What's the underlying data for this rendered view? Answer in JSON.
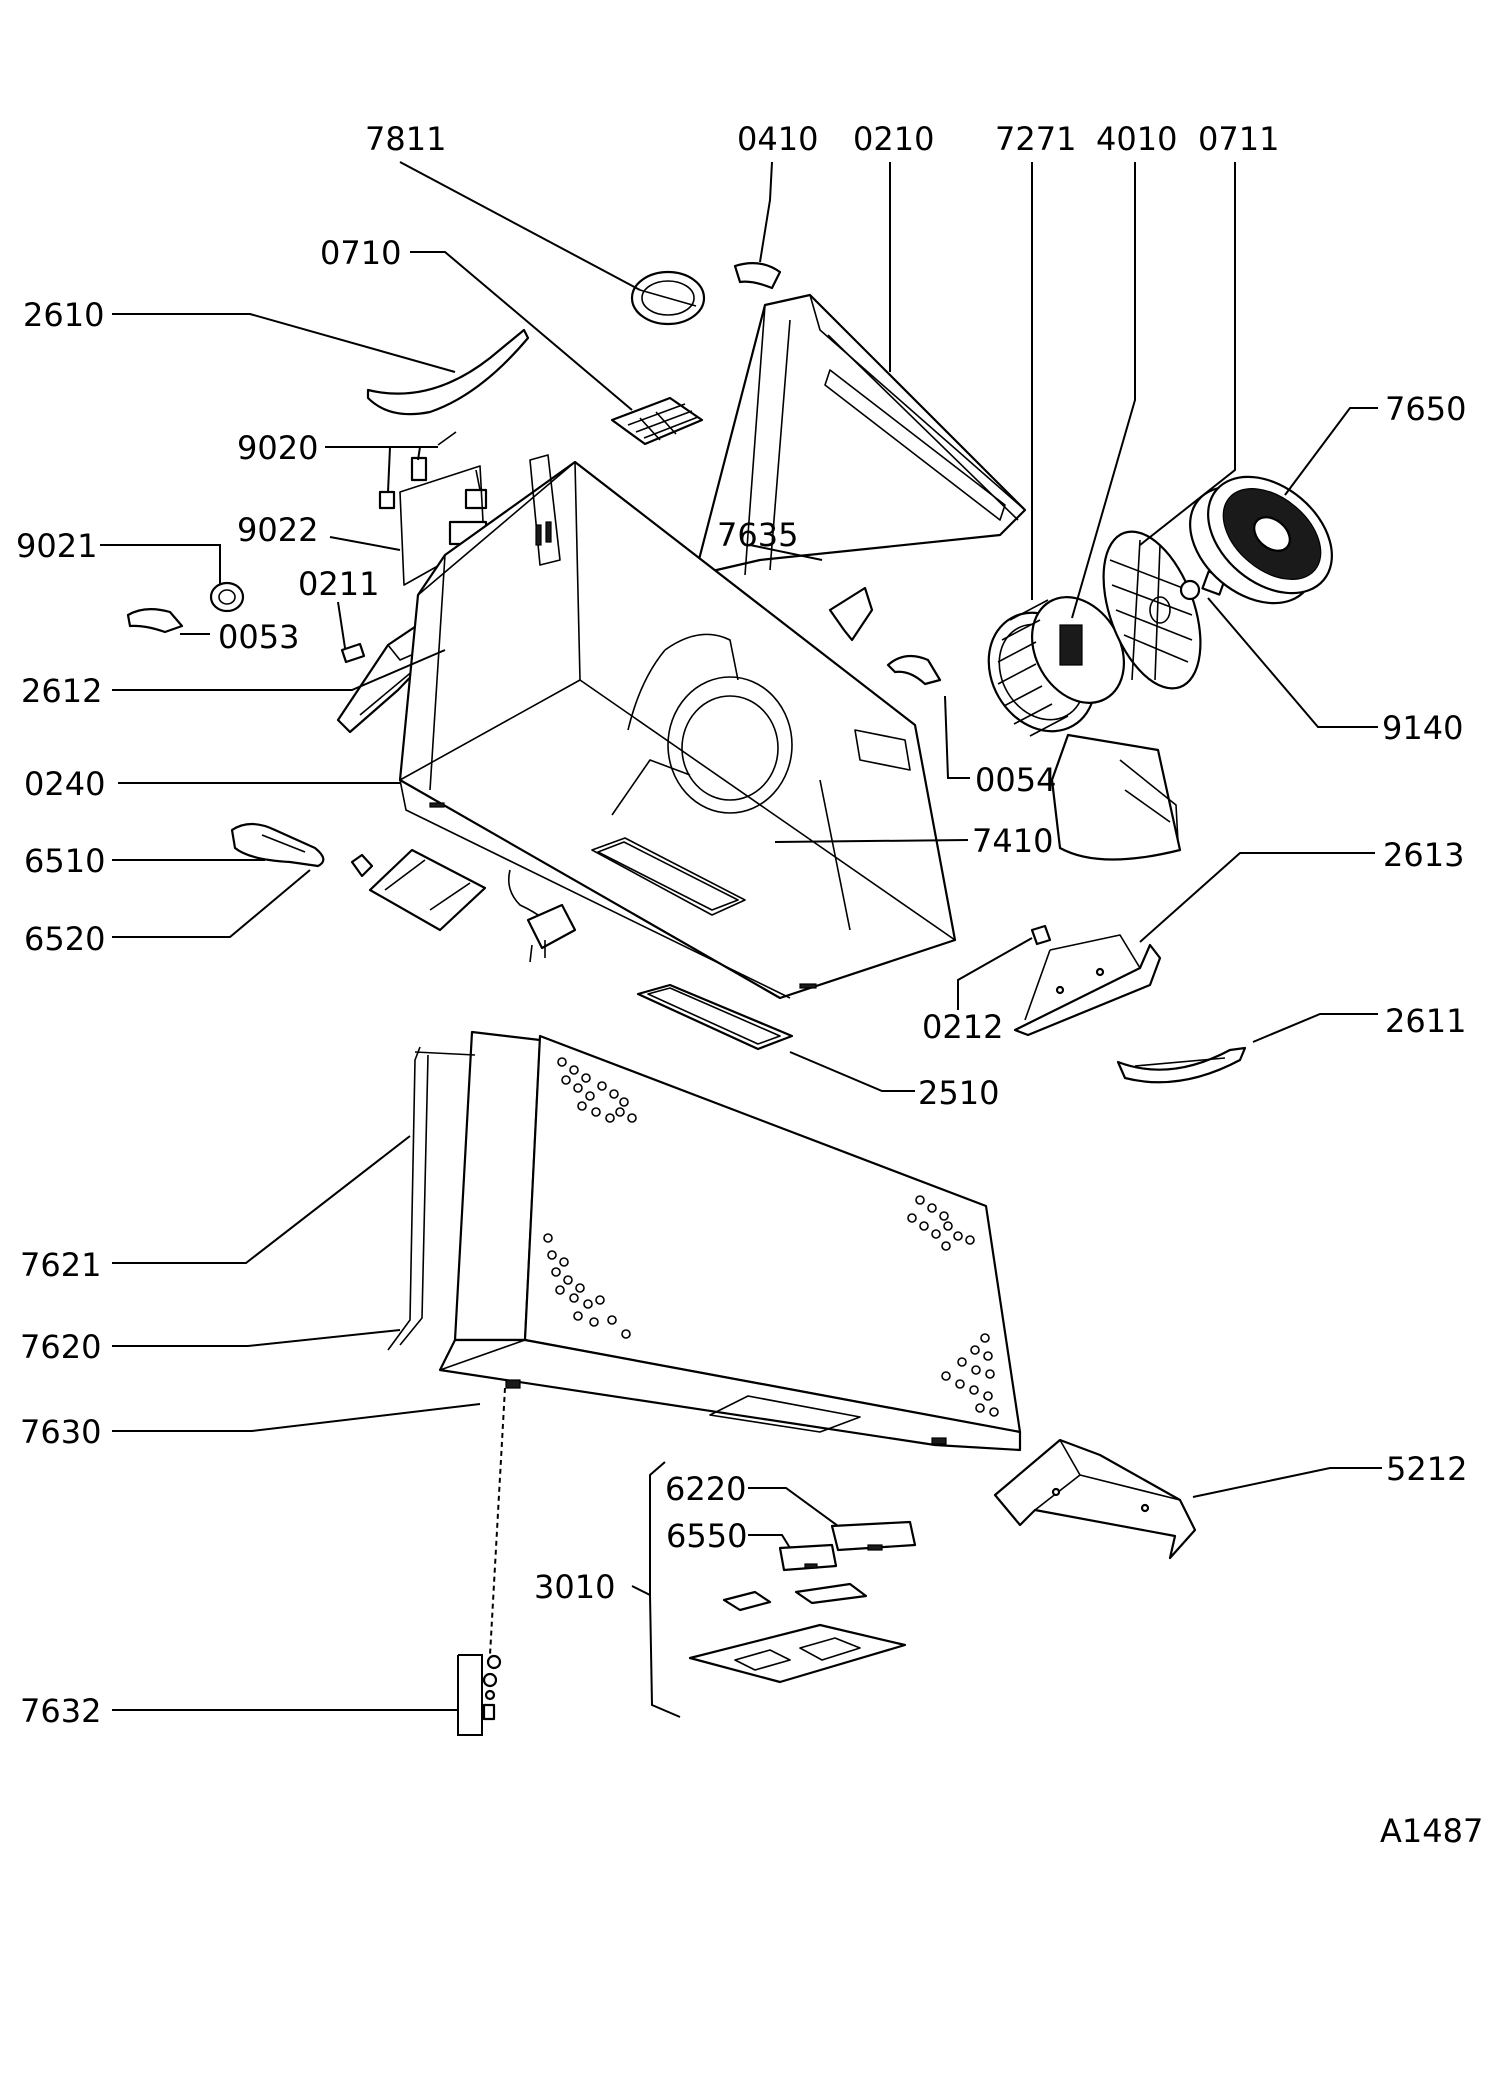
{
  "diagram": {
    "document_code": "A1487",
    "labels": {
      "p7811": "7811",
      "p0410": "0410",
      "p0210": "0210",
      "p7271": "7271",
      "p4010": "4010",
      "p0711": "0711",
      "p0710": "0710",
      "p2610": "2610",
      "p7650": "7650",
      "p9020": "9020",
      "p9022": "9022",
      "p9021": "9021",
      "p0211": "0211",
      "p0053": "0053",
      "p7635": "7635",
      "p2612": "2612",
      "p9140": "9140",
      "p0240": "0240",
      "p0054": "0054",
      "p6510": "6510",
      "p7410": "7410",
      "p2613": "2613",
      "p6520": "6520",
      "p0212": "0212",
      "p2611": "2611",
      "p2510": "2510",
      "p7621": "7621",
      "p7620": "7620",
      "p7630": "7630",
      "p5212": "5212",
      "p6220": "6220",
      "p6550": "6550",
      "p3010": "3010",
      "p7632": "7632"
    }
  }
}
